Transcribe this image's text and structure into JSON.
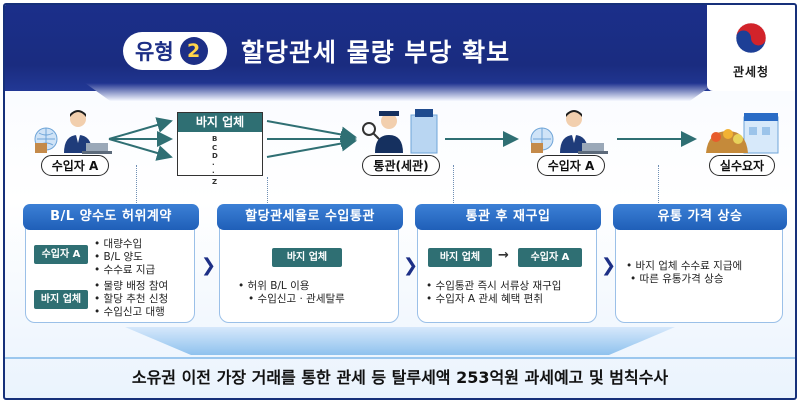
{
  "header": {
    "type_label": "유형",
    "type_number": "2",
    "title": "할당관세 물량 부당 확보",
    "org_name": "관세청"
  },
  "colors": {
    "header_navy": "#1b2f8a",
    "stage_blue": "#2a6cc6",
    "tag_teal": "#2f6f73"
  },
  "flow": {
    "importer_a_1": "수입자 A",
    "vendor_title": "바지 업체",
    "vendor_list": [
      "B",
      "C",
      "D",
      "·",
      "·",
      "Z"
    ],
    "customs": "통관(세관)",
    "importer_a_2": "수입자 A",
    "real_buyer": "실수요자"
  },
  "stages": [
    {
      "title": "B/L 양수도 허위계약",
      "tag1": "수입자 A",
      "items1": [
        "대량수입",
        "B/L 양도",
        "수수료 지급"
      ],
      "tag2": "바지 업체",
      "items2": [
        "물량 배정 참여",
        "할당 추천 신청",
        "수입신고 대행"
      ]
    },
    {
      "title": "할당관세율로 수입통관",
      "tag": "바지 업체",
      "items": [
        "허위 B/L 이용",
        "수입신고 · 관세탈루"
      ]
    },
    {
      "title": "통관 후 재구입",
      "tag_from": "바지 업체",
      "arrow": "→",
      "tag_to": "수입자 A",
      "items": [
        "수입통관 즉시 서류상 재구입",
        "수입자 A 관세 혜택 편취"
      ]
    },
    {
      "title": "유통 가격 상승",
      "items": [
        "바지 업체 수수료 지급에",
        "따른 유통가격 상승"
      ]
    }
  ],
  "footer": {
    "text": "소유권 이전 가장 거래를 통한 관세 등 탈루세액 253억원 과세예고 및 범칙수사"
  }
}
